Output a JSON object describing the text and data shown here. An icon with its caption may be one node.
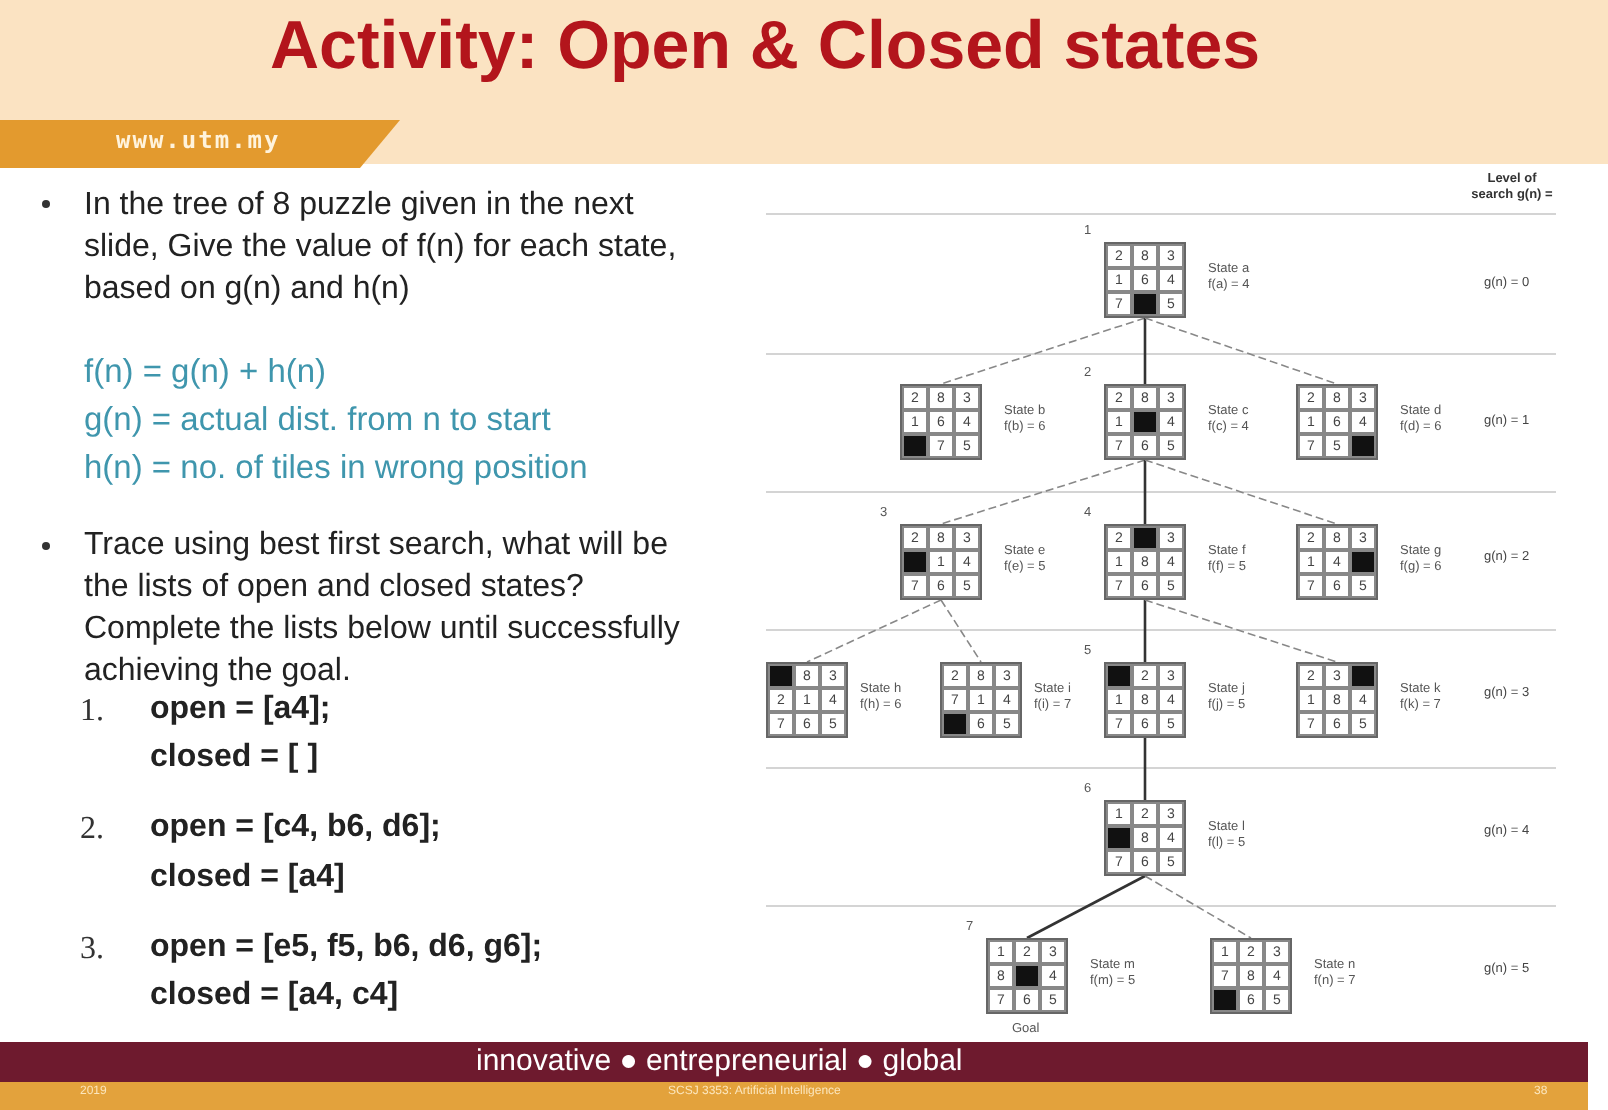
{
  "diagram": {
    "title": "Activity: Open & Closed states",
    "nodes": [
      {
        "text": [],
        "shape": "box",
        "beside": [
          "1",
          "State a",
          "f(a) = 4"
        ]
      },
      {
        "text": [
          "2"
        ],
        "in": 0
      },
      {
        "text": [
          "8"
        ],
        "in": 0
      },
      {
        "text": [
          "3"
        ],
        "in": 0
      },
      {
        "text": [
          "1"
        ],
        "in": 0
      },
      {
        "text": [
          "6"
        ],
        "in": 0
      },
      {
        "text": [
          "4"
        ],
        "in": 0
      },
      {
        "text": [
          "7"
        ],
        "in": 0
      },
      {
        "text": [],
        "shape": "box",
        "in": 0
      },
      {
        "text": [
          "5"
        ],
        "in": 0
      },
      {
        "text": [],
        "shape": "box",
        "beside": [
          "State b",
          "f(b) = 6"
        ]
      },
      {
        "text": [
          "2"
        ],
        "in": 10
      },
      {
        "text": [
          "8"
        ],
        "in": 10
      },
      {
        "text": [
          "3"
        ],
        "in": 10
      },
      {
        "text": [
          "1"
        ],
        "in": 10
      },
      {
        "text": [
          "6"
        ],
        "in": 10
      },
      {
        "text": [
          "4"
        ],
        "in": 10
      },
      {
        "text": [],
        "shape": "box",
        "in": 10
      },
      {
        "text": [
          "7"
        ],
        "in": 10
      },
      {
        "text": [
          "5"
        ],
        "in": 10
      },
      {
        "text": [],
        "shape": "box",
        "beside": [
          "2",
          "State c",
          "f(c) = 4"
        ]
      },
      {
        "text": [
          "2"
        ],
        "in": 20
      },
      {
        "text": [
          "8"
        ],
        "in": 20
      },
      {
        "text": [
          "3"
        ],
        "in": 20
      },
      {
        "text": [
          "1"
        ],
        "in": 20
      },
      {
        "text": [],
        "shape": "box",
        "in": 20
      },
      {
        "text": [
          "4"
        ],
        "in": 20
      },
      {
        "text": [
          "7"
        ],
        "in": 20
      },
      {
        "text": [
          "6"
        ],
        "in": 20
      },
      {
        "text": [
          "5"
        ],
        "in": 20
      },
      {
        "text": [],
        "shape": "box",
        "beside": [
          "State d",
          "f(d) = 6"
        ]
      },
      {
        "text": [
          "2"
        ],
        "in": 30
      },
      {
        "text": [
          "8"
        ],
        "in": 30
      },
      {
        "text": [
          "3"
        ],
        "in": 30
      },
      {
        "text": [
          "1"
        ],
        "in": 30
      },
      {
        "text": [
          "6"
        ],
        "in": 30
      },
      {
        "text": [
          "4"
        ],
        "in": 30
      },
      {
        "text": [
          "7"
        ],
        "in": 30
      },
      {
        "text": [
          "5"
        ],
        "in": 30
      },
      {
        "text": [],
        "shape": "box",
        "in": 30
      },
      {
        "text": [],
        "shape": "box",
        "beside": [
          "3",
          "State e",
          "f(e) = 5"
        ]
      },
      {
        "text": [
          "2"
        ],
        "in": 40
      },
      {
        "text": [
          "8"
        ],
        "in": 40
      },
      {
        "text": [
          "3"
        ],
        "in": 40
      },
      {
        "text": [],
        "shape": "box",
        "in": 40
      },
      {
        "text": [
          "1"
        ],
        "in": 40
      },
      {
        "text": [
          "4"
        ],
        "in": 40
      },
      {
        "text": [
          "7"
        ],
        "in": 40
      },
      {
        "text": [
          "6"
        ],
        "in": 40
      },
      {
        "text": [
          "5"
        ],
        "in": 40
      },
      {
        "text": [],
        "shape": "box",
        "beside": [
          "4",
          "State f",
          "f(f) = 5"
        ]
      },
      {
        "text": [
          "2"
        ],
        "in": 50
      },
      {
        "text": [],
        "shape": "box",
        "in": 50
      },
      {
        "text": [
          "3"
        ],
        "in": 50
      },
      {
        "text": [
          "1"
        ],
        "in": 50
      },
      {
        "text": [
          "8"
        ],
        "in": 50
      },
      {
        "text": [
          "4"
        ],
        "in": 50
      },
      {
        "text": [
          "7"
        ],
        "in": 50
      },
      {
        "text": [
          "6"
        ],
        "in": 50
      },
      {
        "text": [
          "5"
        ],
        "in": 50
      },
      {
        "text": [],
        "shape": "box",
        "beside": [
          "State g",
          "f(g) = 6"
        ]
      },
      {
        "text": [
          "2"
        ],
        "in": 60
      },
      {
        "text": [
          "8"
        ],
        "in": 60
      },
      {
        "text": [
          "3"
        ],
        "in": 60
      },
      {
        "text": [
          "1"
        ],
        "in": 60
      },
      {
        "text": [
          "4"
        ],
        "in": 60
      },
      {
        "text": [],
        "shape": "box",
        "in": 60
      },
      {
        "text": [
          "7"
        ],
        "in": 60
      },
      {
        "text": [
          "6"
        ],
        "in": 60
      },
      {
        "text": [
          "5"
        ],
        "in": 60
      },
      {
        "text": [],
        "shape": "box",
        "beside": [
          "State h",
          "f(h) = 6"
        ]
      },
      {
        "text": [],
        "shape": "box",
        "in": 70
      },
      {
        "text": [
          "8"
        ],
        "in": 70
      },
      {
        "text": [
          "3"
        ],
        "in": 70
      },
      {
        "text": [
          "2"
        ],
        "in": 70
      },
      {
        "text": [
          "1"
        ],
        "in": 70
      },
      {
        "text": [
          "4"
        ],
        "in": 70
      },
      {
        "text": [
          "7"
        ],
        "in": 70
      },
      {
        "text": [
          "6"
        ],
        "in": 70
      },
      {
        "text": [
          "5"
        ],
        "in": 70
      },
      {
        "text": [],
        "shape": "box",
        "beside": [
          "State i",
          "f(i) = 7"
        ]
      },
      {
        "text": [
          "2"
        ],
        "in": 80
      },
      {
        "text": [
          "8"
        ],
        "in": 80
      },
      {
        "text": [
          "3"
        ],
        "in": 80
      },
      {
        "text": [
          "7"
        ],
        "in": 80
      },
      {
        "text": [
          "1"
        ],
        "in": 80
      },
      {
        "text": [
          "4"
        ],
        "in": 80
      },
      {
        "text": [],
        "shape": "box",
        "in": 80
      },
      {
        "text": [
          "6"
        ],
        "in": 80
      },
      {
        "text": [
          "5"
        ],
        "in": 80
      },
      {
        "text": [],
        "shape": "box",
        "beside": [
          "5",
          "State j",
          "f(j) = 5"
        ]
      },
      {
        "text": [],
        "shape": "box",
        "in": 90
      },
      {
        "text": [
          "2"
        ],
        "in": 90
      },
      {
        "text": [
          "3"
        ],
        "in": 90
      },
      {
        "text": [
          "1"
        ],
        "in": 90
      },
      {
        "text": [
          "8"
        ],
        "in": 90
      },
      {
        "text": [
          "4"
        ],
        "in": 90
      },
      {
        "text": [
          "7"
        ],
        "in": 90
      },
      {
        "text": [
          "6"
        ],
        "in": 90
      },
      {
        "text": [
          "5"
        ],
        "in": 90
      },
      {
        "text": [],
        "shape": "box",
        "beside": [
          "State k",
          "f(k) = 7"
        ]
      },
      {
        "text": [
          "2"
        ],
        "in": 100
      },
      {
        "text": [
          "3"
        ],
        "in": 100
      },
      {
        "text": [],
        "shape": "box",
        "in": 100
      },
      {
        "text": [
          "1"
        ],
        "in": 100
      },
      {
        "text": [
          "8"
        ],
        "in": 100
      },
      {
        "text": [
          "4"
        ],
        "in": 100
      },
      {
        "text": [
          "7"
        ],
        "in": 100
      },
      {
        "text": [
          "6"
        ],
        "in": 100
      },
      {
        "text": [
          "5"
        ],
        "in": 100
      },
      {
        "text": [],
        "shape": "box",
        "beside": [
          "6",
          "State l",
          "f(l) = 5"
        ]
      },
      {
        "text": [
          "1"
        ],
        "in": 110
      },
      {
        "text": [
          "2"
        ],
        "in": 110
      },
      {
        "text": [
          "3"
        ],
        "in": 110
      },
      {
        "text": [],
        "shape": "box",
        "in": 110
      },
      {
        "text": [
          "8"
        ],
        "in": 110
      },
      {
        "text": [
          "4"
        ],
        "in": 110
      },
      {
        "text": [
          "7"
        ],
        "in": 110
      },
      {
        "text": [
          "6"
        ],
        "in": 110
      },
      {
        "text": [
          "5"
        ],
        "in": 110
      },
      {
        "text": [],
        "shape": "box",
        "beside": [
          "7",
          "State m",
          "f(m) = 5",
          "Goal"
        ]
      },
      {
        "text": [
          "1"
        ],
        "in": 120
      },
      {
        "text": [
          "2"
        ],
        "in": 120
      },
      {
        "text": [
          "3"
        ],
        "in": 120
      },
      {
        "text": [
          "8"
        ],
        "in": 120
      },
      {
        "text": [],
        "shape": "box",
        "in": 120
      },
      {
        "text": [
          "4"
        ],
        "in": 120
      },
      {
        "text": [
          "7"
        ],
        "in": 120
      },
      {
        "text": [
          "6"
        ],
        "in": 120
      },
      {
        "text": [
          "5"
        ],
        "in": 120
      },
      {
        "text": [],
        "shape": "box",
        "beside": [
          "State n",
          "f(n) = 7"
        ]
      },
      {
        "text": [
          "1"
        ],
        "in": 130
      },
      {
        "text": [
          "2"
        ],
        "in": 130
      },
      {
        "text": [
          "3"
        ],
        "in": 130
      },
      {
        "text": [
          "7"
        ],
        "in": 130
      },
      {
        "text": [
          "8"
        ],
        "in": 130
      },
      {
        "text": [
          "4"
        ],
        "in": 130
      },
      {
        "text": [],
        "shape": "box",
        "in": 130
      },
      {
        "text": [
          "6"
        ],
        "in": 130
      },
      {
        "text": [
          "5"
        ],
        "in": 130
      }
    ],
    "edges": [
      {
        "from": 0,
        "to": 10,
        "arrow": "none",
        "style": "dashed"
      },
      {
        "from": 0,
        "to": 20,
        "arrow": "none"
      },
      {
        "from": 0,
        "to": 30,
        "arrow": "none",
        "style": "dashed"
      },
      {
        "from": 20,
        "to": 40,
        "arrow": "none",
        "style": "dashed"
      },
      {
        "from": 20,
        "to": 50,
        "arrow": "none"
      },
      {
        "from": 20,
        "to": 60,
        "arrow": "none",
        "style": "dashed"
      },
      {
        "from": 40,
        "to": 70,
        "arrow": "none",
        "style": "dashed"
      },
      {
        "from": 40,
        "to": 80,
        "arrow": "none",
        "style": "dashed"
      },
      {
        "from": 50,
        "to": 90,
        "arrow": "none"
      },
      {
        "from": 50,
        "to": 100,
        "arrow": "none",
        "style": "dashed"
      },
      {
        "from": 90,
        "to": 110,
        "arrow": "none"
      },
      {
        "from": 110,
        "to": 120,
        "arrow": "none"
      },
      {
        "from": 110,
        "to": 130,
        "arrow": "none",
        "style": "dashed"
      }
    ],
    "labels": [
      "www.utm.my",
      "In the tree of 8 puzzle given in the next slide, Give the value of f(n) for each state, based on g(n) and h(n)",
      "f(n) = g(n) + h(n)",
      "g(n) = actual dist. from n to start",
      "h(n) = no. of tiles in wrong position",
      "Trace using best first search, what will be the lists of open and closed states? Complete the lists below until successfully achieving the goal.",
      "1.",
      "open = [a4];",
      "closed = [ ]",
      "2.",
      "open = [c4, b6, d6];",
      "closed = [a4]",
      "3.",
      "open = [e5, f5, b6, d6, g6];",
      "closed = [a4, c4]",
      "Level of search g(n) =",
      "g(n) = 0",
      "g(n) = 1",
      "g(n) = 2",
      "g(n) = 3",
      "g(n) = 4",
      "g(n) = 5",
      "innovative ● entrepreneurial ● global",
      "2019",
      "SCSJ 3353: Artificial Intelligence",
      "38"
    ]
  }
}
